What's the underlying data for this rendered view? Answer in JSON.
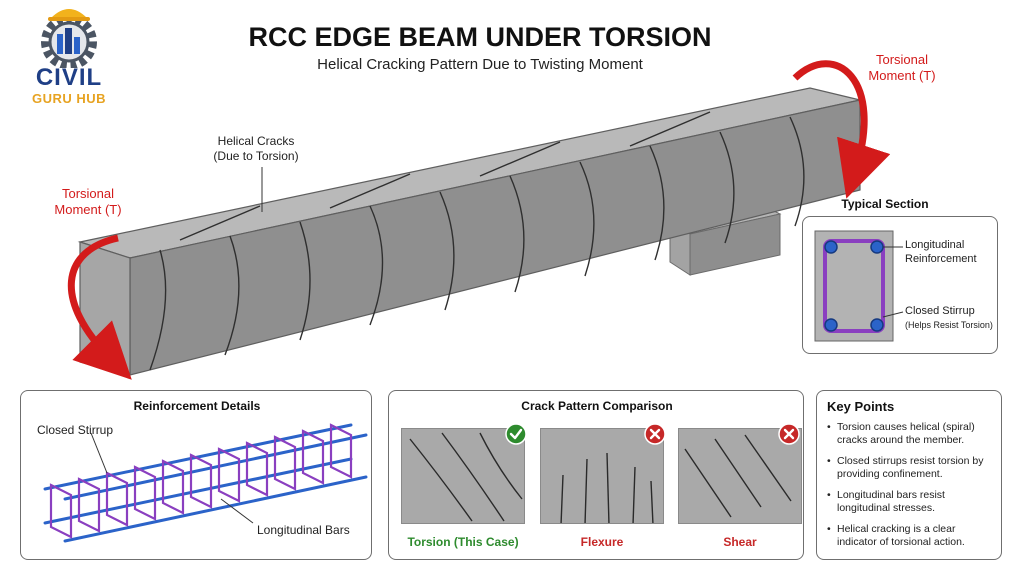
{
  "logo": {
    "line1": "CIVIL",
    "line2": "GURU HUB"
  },
  "header": {
    "title": "RCC EDGE BEAM UNDER TORSION",
    "subtitle": "Helical Cracking Pattern Due to Twisting Moment"
  },
  "labels": {
    "helical_cracks": [
      "Helical Cracks",
      "(Due to Torsion)"
    ],
    "torsional_moment_left": [
      "Torsional",
      "Moment (T)"
    ],
    "torsional_moment_right": [
      "Torsional",
      "Moment (T)"
    ]
  },
  "typical_section": {
    "title": "Typical Section",
    "longitudinal": [
      "Longitudinal",
      "Reinforcement"
    ],
    "stirrup_main": "Closed Stirrup",
    "stirrup_note": "(Helps Resist Torsion)"
  },
  "reinforcement": {
    "title": "Reinforcement Details",
    "closed_stirrup": "Closed Stirrup",
    "longitudinal_bars": "Longitudinal Bars"
  },
  "crack_comparison": {
    "title": "Crack Pattern Comparison",
    "cases": [
      {
        "label": "Torsion (This Case)",
        "status": "correct",
        "color": "#2e8b2e"
      },
      {
        "label": "Flexure",
        "status": "incorrect",
        "color": "#c62828"
      },
      {
        "label": "Shear",
        "status": "incorrect",
        "color": "#c62828"
      }
    ]
  },
  "key_points": {
    "title": "Key Points",
    "items": [
      "Torsion causes helical (spiral) cracks around the member.",
      "Closed stirrups resist torsion by providing confinement.",
      "Longitudinal bars resist longitudinal stresses.",
      "Helical cracking is a clear indicator of torsional action."
    ]
  },
  "colors": {
    "arrow_red": "#d31b1b",
    "stirrup_purple": "#8a3fc0",
    "bar_blue": "#2b63c9",
    "concrete": "#9a9a9a"
  }
}
